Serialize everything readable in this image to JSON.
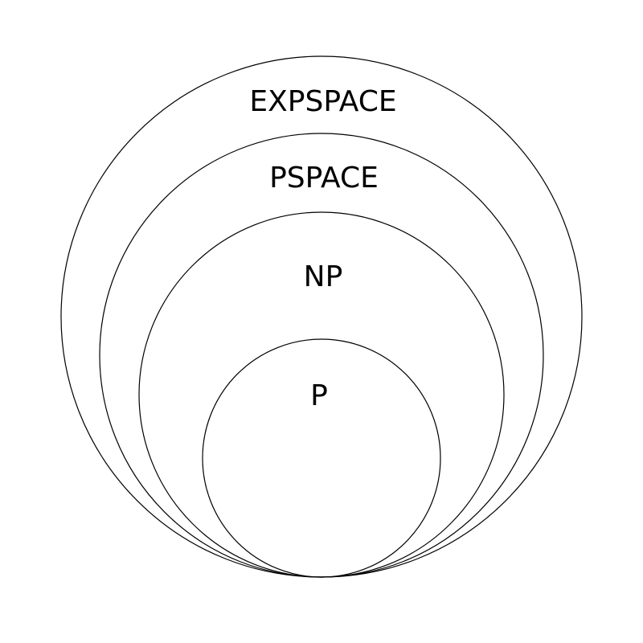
{
  "diagram": {
    "type": "nested-sets",
    "stroke_color": "#000000",
    "background_color": "#ffffff",
    "sets": [
      {
        "label": "EXPSPACE",
        "contains": "PSPACE"
      },
      {
        "label": "PSPACE",
        "contains": "NP"
      },
      {
        "label": "NP",
        "contains": "P"
      },
      {
        "label": "P",
        "contains": null
      }
    ]
  }
}
